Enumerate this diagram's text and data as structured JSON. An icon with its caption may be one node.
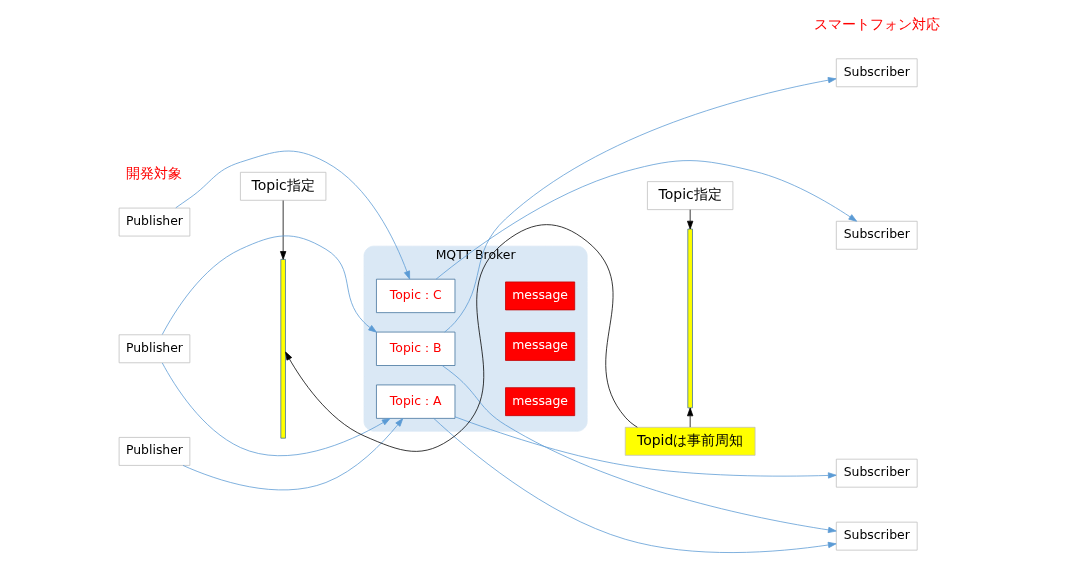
{
  "diagram": {
    "nodes": [
      {
        "text": [
          "MQTT Broker"
        ]
      },
      {
        "text": [
          "Topic指定"
        ]
      },
      {
        "text": [
          "Topic指定"
        ]
      },
      {
        "text": [],
        "shape": "bar"
      },
      {
        "text": [],
        "shape": "bar"
      },
      {
        "text": [
          "Publisher"
        ]
      },
      {
        "text": [
          "Publisher"
        ]
      },
      {
        "text": [
          "Publisher"
        ]
      },
      {
        "text": [
          "Topic：A"
        ],
        "in": 0
      },
      {
        "text": [
          "message"
        ],
        "in": 0
      },
      {
        "text": [
          "Topic：B"
        ],
        "in": 0
      },
      {
        "text": [
          "message"
        ],
        "in": 0
      },
      {
        "text": [
          "Topic：C"
        ],
        "in": 0
      },
      {
        "text": [
          "message"
        ],
        "in": 0
      },
      {
        "text": [
          "Subscriber"
        ]
      },
      {
        "text": [
          "Subscriber"
        ]
      },
      {
        "text": [
          "Subscriber"
        ]
      },
      {
        "text": [
          "Subscriber"
        ]
      },
      {
        "text": [
          "Topidは事前周知"
        ]
      }
    ],
    "edges": [
      {
        "from": 1,
        "to": 3,
        "arrow": "to",
        "color": "#000000"
      },
      {
        "from": 2,
        "to": 4,
        "arrow": "to",
        "color": "#000000"
      },
      {
        "from": 5,
        "to": 8,
        "arrow": "to"
      },
      {
        "from": 6,
        "to": 8,
        "arrow": "to"
      },
      {
        "from": 6,
        "to": 10,
        "arrow": "to"
      },
      {
        "from": 7,
        "to": 12,
        "arrow": "to"
      },
      {
        "from": 8,
        "to": 14,
        "arrow": "to"
      },
      {
        "from": 8,
        "to": 15,
        "arrow": "to"
      },
      {
        "from": 10,
        "to": 15,
        "arrow": "to"
      },
      {
        "from": 10,
        "to": 16,
        "arrow": "to"
      },
      {
        "from": 12,
        "to": 17,
        "arrow": "to"
      },
      {
        "from": 18,
        "to": 3,
        "arrow": "to",
        "color": "#000000"
      },
      {
        "from": 18,
        "to": 4,
        "arrow": "to",
        "color": "#000000"
      }
    ],
    "labels": [
      "開発対象",
      "スマートフォン対応"
    ]
  }
}
